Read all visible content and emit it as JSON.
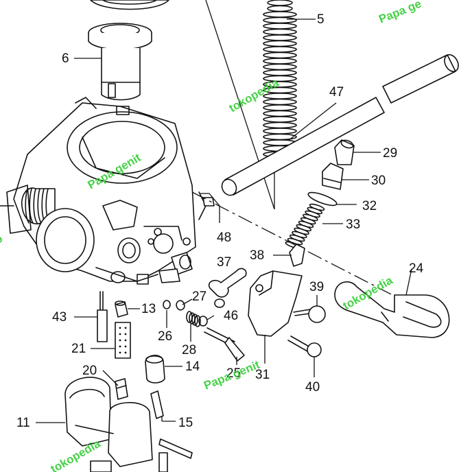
{
  "labels": [
    {
      "id": "part-5",
      "text": "5"
    },
    {
      "id": "part-6",
      "text": "6"
    },
    {
      "id": "part-47",
      "text": "47"
    },
    {
      "id": "part-29",
      "text": "29"
    },
    {
      "id": "part-30",
      "text": "30"
    },
    {
      "id": "part-32",
      "text": "32"
    },
    {
      "id": "part-33",
      "text": "33"
    },
    {
      "id": "part-48",
      "text": "48"
    },
    {
      "id": "part-38",
      "text": "38"
    },
    {
      "id": "part-37",
      "text": "37"
    },
    {
      "id": "part-24",
      "text": "24"
    },
    {
      "id": "part-39",
      "text": "39"
    },
    {
      "id": "part-27",
      "text": "27"
    },
    {
      "id": "part-46",
      "text": "46"
    },
    {
      "id": "part-43",
      "text": "43"
    },
    {
      "id": "part-13",
      "text": "13"
    },
    {
      "id": "part-26",
      "text": "26"
    },
    {
      "id": "part-28",
      "text": "28"
    },
    {
      "id": "part-21",
      "text": "21"
    },
    {
      "id": "part-14",
      "text": "14"
    },
    {
      "id": "part-25",
      "text": "25"
    },
    {
      "id": "part-31",
      "text": "31"
    },
    {
      "id": "part-40",
      "text": "40"
    },
    {
      "id": "part-20",
      "text": "20"
    },
    {
      "id": "part-11",
      "text": "11"
    },
    {
      "id": "part-15",
      "text": "15"
    }
  ],
  "watermarks": {
    "papa_genit": "Papa genit",
    "tokopedia": "tokopedia",
    "papa_gen_partial": "Papa ge"
  },
  "colors": {
    "line": "#111111",
    "watermark": "#3fcf3f",
    "background": "#ffffff"
  }
}
